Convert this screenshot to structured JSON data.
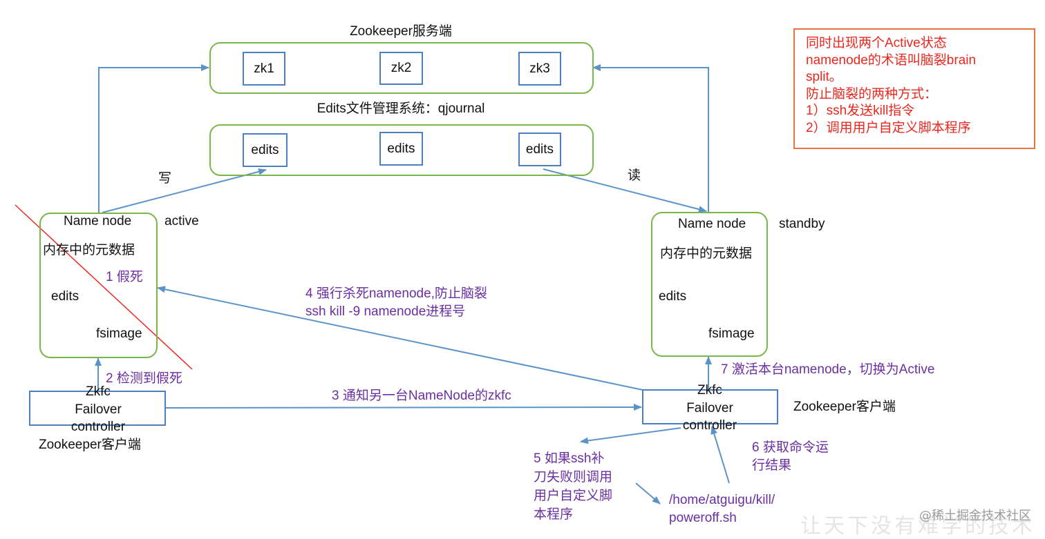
{
  "zookeeper_server": {
    "title": "Zookeeper服务端",
    "nodes": [
      "zk1",
      "zk2",
      "zk3"
    ]
  },
  "edits_system": {
    "title": "Edits文件管理系统：qjournal",
    "nodes": [
      "edits",
      "edits",
      "edits"
    ]
  },
  "labels": {
    "write": "写",
    "read": "读"
  },
  "active_namenode": {
    "title": "Name node",
    "state": "active",
    "metadata": "内存中的元数据",
    "edits": "edits",
    "fsimage": "fsimage"
  },
  "standby_namenode": {
    "title": "Name node",
    "state": "standby",
    "metadata": "内存中的元数据",
    "edits": "edits",
    "fsimage": "fsimage"
  },
  "left_zkfc": {
    "lines": [
      "Zkfc",
      "Failover",
      "controller"
    ],
    "client_label": "Zookeeper客户端"
  },
  "right_zkfc": {
    "lines": [
      "Zkfc",
      "Failover",
      "controller"
    ],
    "client_label": "Zookeeper客户端"
  },
  "steps": {
    "s1": "1 假死",
    "s2": "2 检测到假死",
    "s3": "3 通知另一台NameNode的zkfc",
    "s4": [
      "4 强行杀死namenode,防止脑裂",
      "ssh kill -9 namenode进程号"
    ],
    "s5": [
      "5 如果ssh补",
      "刀失败则调用",
      "用户自定义脚",
      "本程序"
    ],
    "s6": [
      "6 获取命令运",
      "行结果"
    ],
    "s7": "7 激活本台namenode，切换为Active"
  },
  "script_path": [
    "/home/atguigu/kill/",
    "poweroff.sh"
  ],
  "note": [
    "同时出现两个Active状态",
    "namenode的术语叫脑裂brain",
    "split。",
    "防止脑裂的两种方式：",
    "1）ssh发送kill指令",
    "2）调用用户自定义脚本程序"
  ],
  "watermark": {
    "handle": "@稀土掘金技术社区",
    "calligraphy": "让天下没有难学的技术"
  },
  "colors": {
    "arrow": "#5b93c9",
    "container_border": "#7ab648",
    "box_border": "#4a7fc1",
    "step_text": "#6a2fa0",
    "note_text": "#e8281e",
    "note_border": "#e8743b",
    "strike": "#e8281e"
  }
}
